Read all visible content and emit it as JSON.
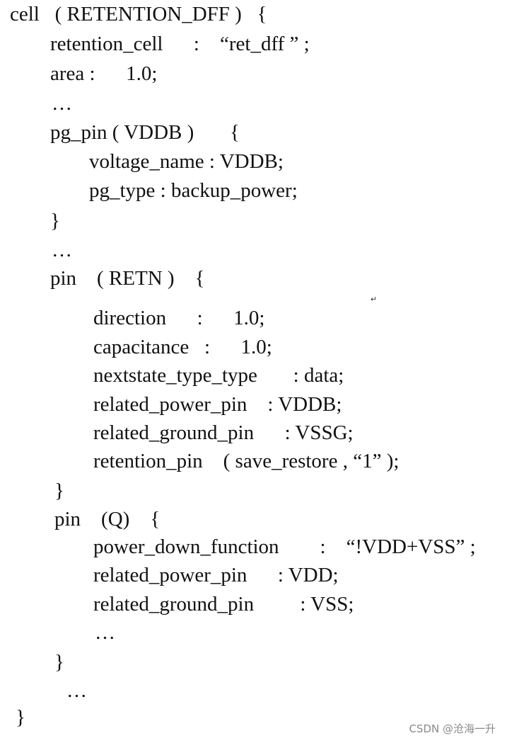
{
  "lines": [
    "cell   ( RETENTION_DFF )   {",
    "retention_cell      :    “ret_dff ” ;",
    "area :      1.0;",
    "…",
    "pg_pin ( VDDB )       {",
    "voltage_name : VDDB;",
    "pg_type : backup_power;",
    "}",
    "…",
    "pin    ( RETN )    {",
    "direction      :      1.0;",
    "capacitance   :      1.0;",
    "nextstate_type_type       : data;",
    "related_power_pin    : VDDB;",
    "related_ground_pin      : VSSG;",
    "retention_pin    ( save_restore , “1” );",
    "}",
    "pin    (Q)    {",
    "power_down_function        :    “!VDD+VSS” ;",
    "related_power_pin      : VDD;",
    "related_ground_pin         : VSS;",
    "…",
    "}",
    "…",
    "}"
  ],
  "paragraph_mark": "↵",
  "watermark": "CSDN @沧海一升"
}
